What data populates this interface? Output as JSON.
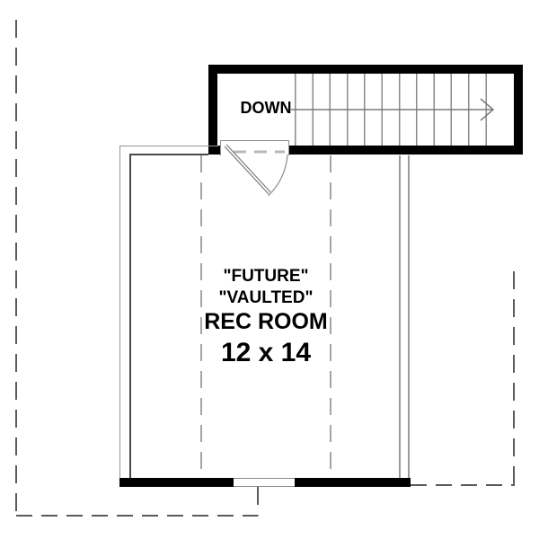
{
  "stairwell": {
    "label": "DOWN",
    "direction": "right",
    "tread_count": 13
  },
  "room": {
    "label_line1": "\"FUTURE\"",
    "label_line2": "\"VAULTED\"",
    "label_line3": "REC ROOM",
    "label_line4": "12 x 14"
  },
  "colors": {
    "wall_black": "#000000",
    "thin_wall_line": "#949494",
    "thin_wall_line_dark": "#4a4a4a",
    "roofline_dash": "#5a5a5a",
    "interior_dash": "#a6a6a6",
    "tread_line": "#8a8a8a",
    "arrow_line": "#7a7a7a",
    "background": "#ffffff"
  }
}
